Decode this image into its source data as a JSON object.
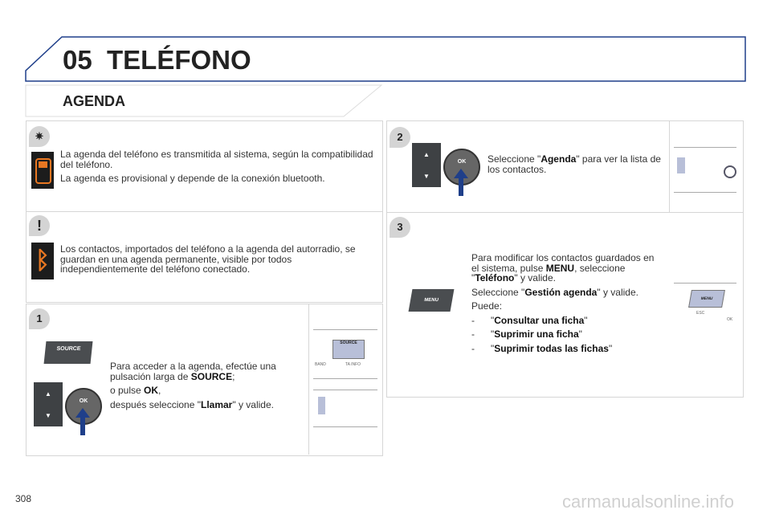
{
  "header": {
    "chapter": "05",
    "title": "TELÉFONO",
    "accent_color": "#1f3f8a"
  },
  "section": {
    "title": "AGENDA"
  },
  "info_box": {
    "icon": "tip-sun-icon",
    "side_icon": "phone-icon",
    "line1": "La agenda del teléfono es transmitida al sistema, según la compatibilidad del teléfono.",
    "line2": "La agenda es provisional y depende de la conexión bluetooth."
  },
  "warning_box": {
    "icon": "exclamation-icon",
    "side_icon": "bluetooth-icon",
    "text": "Los contactos, importados del teléfono a la agenda del autorradio, se guardan en una agenda permanente, visible por todos independientemente del teléfono conectado."
  },
  "step1": {
    "number": "1",
    "source_button": "SOURCE",
    "ok_label": "OK",
    "p1_a": "Para acceder a la agenda, efectúe una pulsación larga de ",
    "p1_b": "SOURCE",
    "p1_c": ";",
    "p2_a": "o pulse ",
    "p2_b": "OK",
    "p2_c": ",",
    "p3_a": "después seleccione \"",
    "p3_b": "Llamar",
    "p3_c": "\" y valide.",
    "panel_labels": {
      "source": "SOURCE",
      "band": "BAND",
      "ta_info": "TA INFO"
    }
  },
  "step2": {
    "number": "2",
    "ok_label": "OK",
    "p_a": "Seleccione \"",
    "p_b": "Agenda",
    "p_c": "\" para ver la lista de los contactos."
  },
  "step3": {
    "number": "3",
    "menu_button": "MENU",
    "p1_a": "Para modificar los contactos guardados en el sistema, pulse ",
    "p1_b": "MENU",
    "p1_c": ", seleccione \"",
    "p1_d": "Teléfono",
    "p1_e": "\" y valide.",
    "p2_a": "Seleccione \"",
    "p2_b": "Gestión agenda",
    "p2_c": "\" y valide.",
    "p3": "Puede:",
    "options": [
      {
        "dash": "-",
        "label": "Consultar una ficha"
      },
      {
        "dash": "-",
        "label": "Suprimir una ficha"
      },
      {
        "dash": "-",
        "label": "Suprimir todas las fichas"
      }
    ],
    "panel_labels": {
      "menu": "MENU",
      "esc": "ESC",
      "ok": "OK"
    }
  },
  "footer": {
    "page_number": "308",
    "watermark": "carmanualsonline.info"
  }
}
